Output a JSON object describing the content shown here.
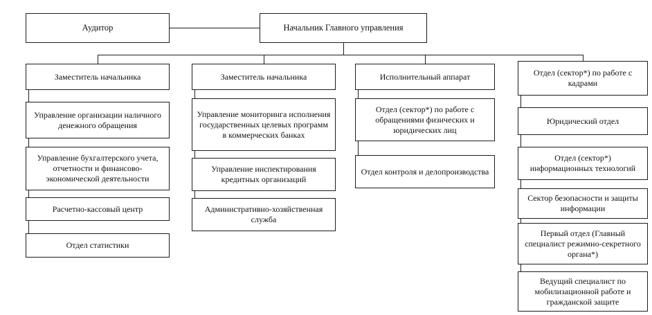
{
  "top": {
    "auditor": "Аудитор",
    "chief": "Начальник Главного управления"
  },
  "columns": [
    [
      "Заместитель начальника",
      "Управление организации наличного денежного обращения",
      "Управление бухгалтерского учета, отчетности и финансово-экономической деятельности",
      "Расчетно-кассовый центр",
      "Отдел статистики"
    ],
    [
      "Заместитель начальника",
      "Управление мониторинга исполнения государственных целевых программ в коммерческих банках",
      "Управление инспектирования кредитных организаций",
      "Административно-хозяйственная служба"
    ],
    [
      "Исполнительный аппарат",
      "Отдел (сектор*) по работе с обращениями физических и юридических лиц",
      "Отдел контроля и делопроизводства"
    ],
    [
      "Отдел (сектор*) по работе с кадрами",
      "Юридический отдел",
      "Отдел (сектор*) информационных технологий",
      "Сектор безопасности и защиты информации",
      "Первый отдел (Главный специалист режимно-секретного органа*)",
      "Ведущий специалист по мобилизационной работе и гражданской защите"
    ]
  ],
  "colors": {
    "line": "#1c1c1c",
    "background": "#ffffff"
  }
}
